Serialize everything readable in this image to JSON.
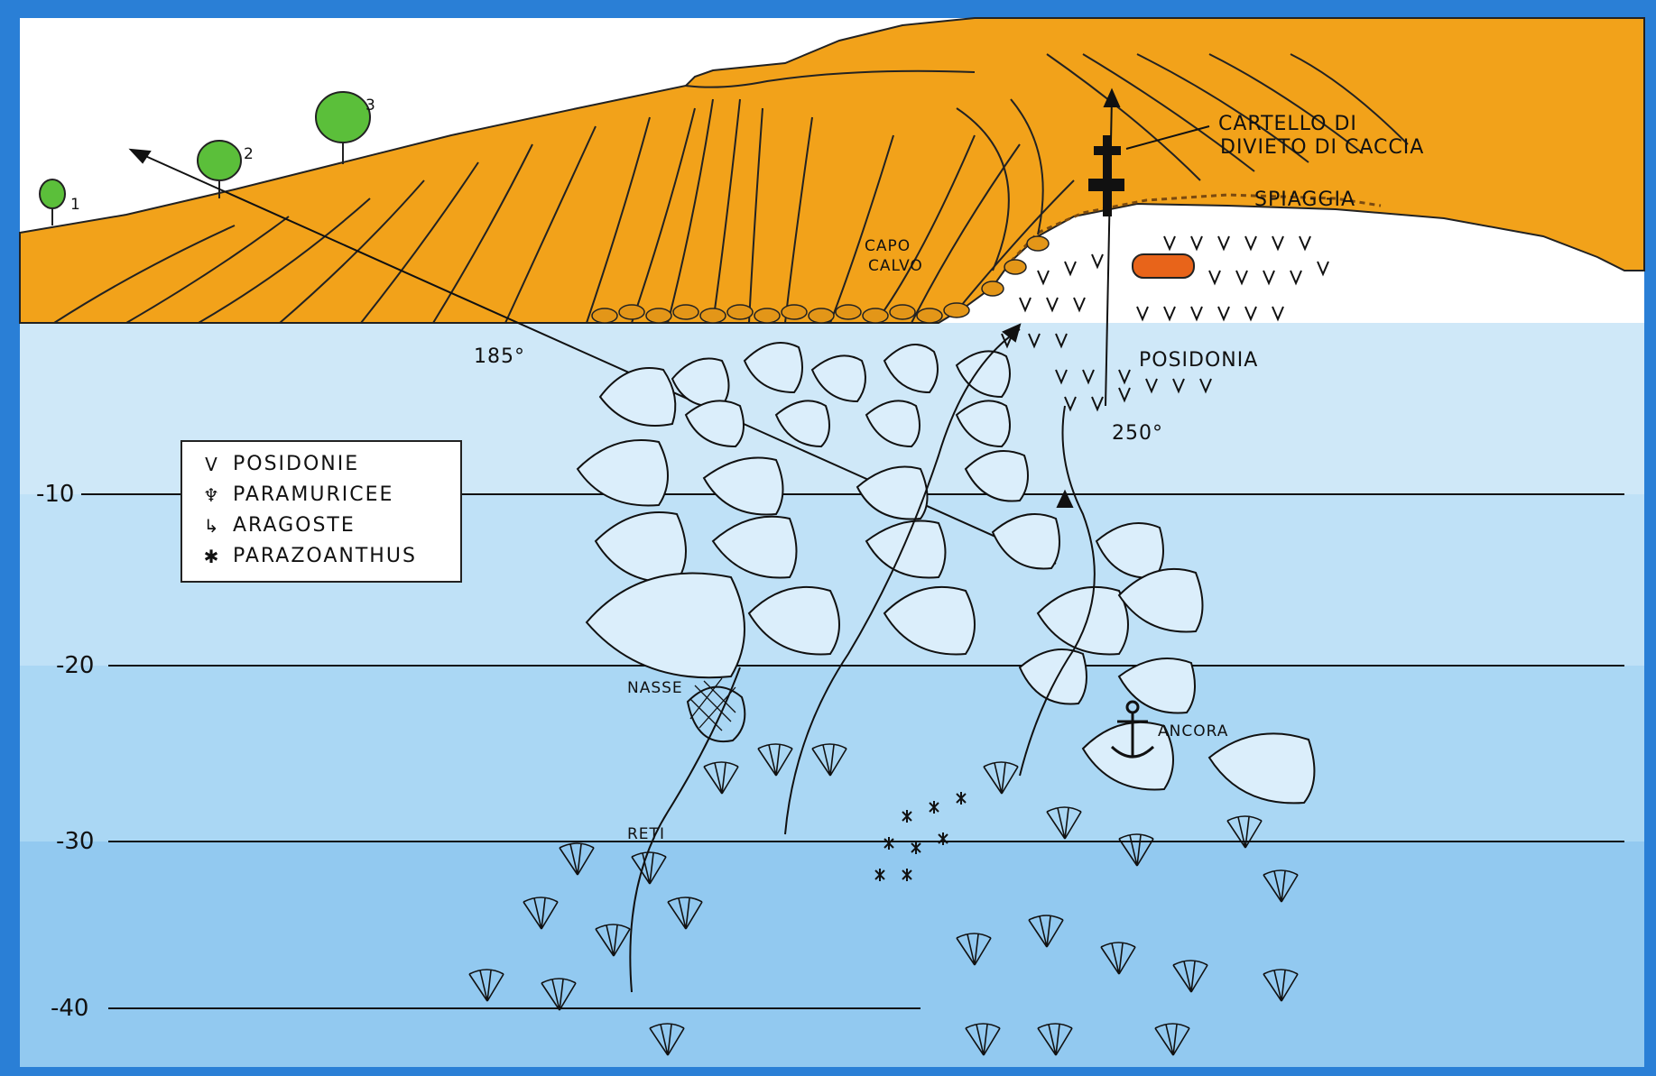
{
  "labels": {
    "cartello": "CARTELLO DI DIVIETO DI CACCIA",
    "cartello_line1": "CARTELLO DI",
    "cartello_line2": "DIVIETO DI CACCIA",
    "spiaggia": "SPIAGGIA",
    "capo_line1": "CAPO",
    "capo_line2": "CALVO",
    "posidonia": "POSIDONIA",
    "bearing_185": "185°",
    "bearing_250": "250°",
    "nasse": "NASSE",
    "reti": "RETI",
    "ancora": "ANCORA",
    "tree_1": "1",
    "tree_2": "2",
    "tree_3": "3"
  },
  "depths": [
    "-10",
    "-20",
    "-30",
    "-40"
  ],
  "legend": [
    {
      "symbol": "V",
      "label": "POSIDONIE",
      "icon": "posidonia-icon"
    },
    {
      "symbol": "♆",
      "label": "PARAMURICEE",
      "icon": "fan-coral-icon"
    },
    {
      "symbol": "↳",
      "label": "ARAGOSTE",
      "icon": "lobster-icon"
    },
    {
      "symbol": "✱",
      "label": "PARAZOANTHUS",
      "icon": "asterisk-icon"
    }
  ],
  "colors": {
    "land": "#f2a21a",
    "sky": "#ffffff",
    "water_shallow": "#cfe8f8",
    "water_mid": "#b3dcf6",
    "water_deep": "#9ccff2",
    "water_deepest": "#86c3ee",
    "frame": "#2a7fd6",
    "boat": "#e8641a"
  }
}
